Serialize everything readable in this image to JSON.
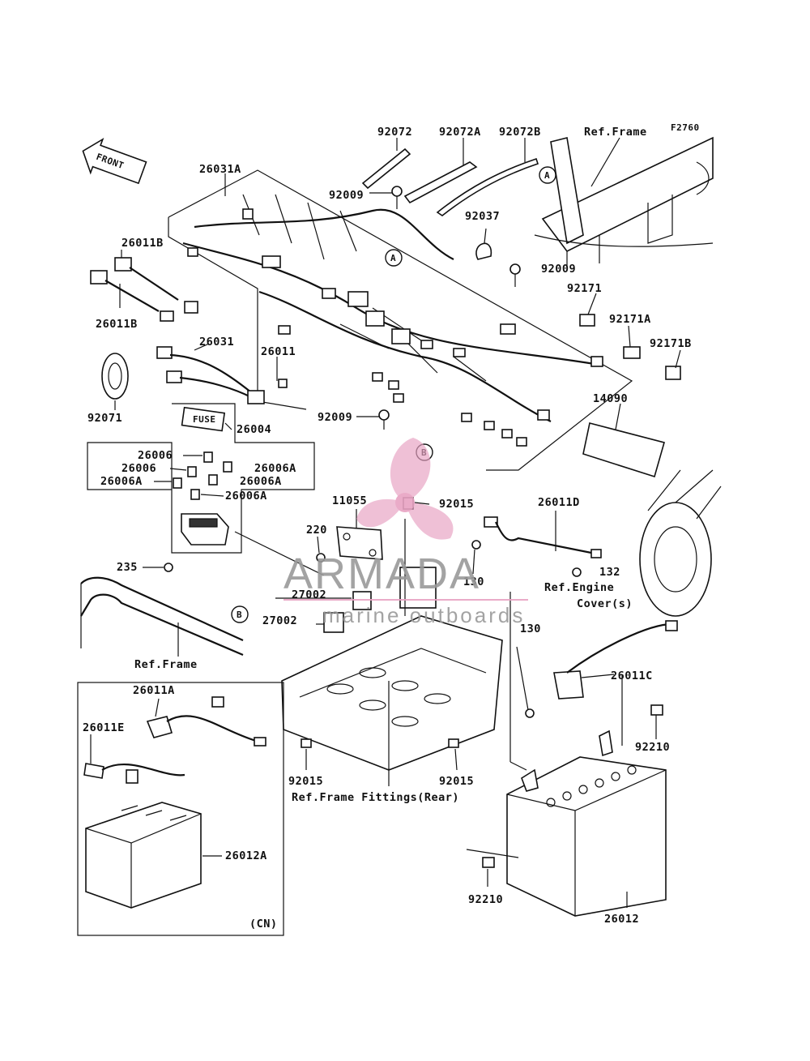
{
  "diagram": {
    "figure_code": "F2760",
    "direction_badge": "FRONT",
    "fuse_label": "FUSE",
    "ref_marks": {
      "a": "A",
      "b": "B"
    },
    "labels": {
      "p92072": "92072",
      "p92072a": "92072A",
      "p92072b": "92072B",
      "ref_frame_top": "Ref.Frame",
      "p26031a": "26031A",
      "p92009_a": "92009",
      "p92037": "92037",
      "p26011b_top": "26011B",
      "p92009_b": "92009",
      "p92171": "92171",
      "p26011b_bottom": "26011B",
      "p92171a": "92171A",
      "p26031": "26031",
      "p26011": "26011",
      "p92171b": "92171B",
      "p92071": "92071",
      "p92009_c": "92009",
      "p14090": "14090",
      "p26004": "26004",
      "p26006_a": "26006",
      "p26006_b": "26006",
      "p26006a_a": "26006A",
      "p26006a_b": "26006A",
      "p26006a_c": "26006A",
      "p26006a_d": "26006A",
      "p11055": "11055",
      "p92015_top": "92015",
      "p26011d": "26011D",
      "p220": "220",
      "p235": "235",
      "p130_a": "130",
      "p132": "132",
      "ref_engine_cover_1": "Ref.Engine",
      "ref_engine_cover_2": "Cover(s)",
      "p27002_a": "27002",
      "p27002_b": "27002",
      "p130_b": "130",
      "ref_frame_left": "Ref.Frame",
      "p26011c": "26011C",
      "p26011a": "26011A",
      "p26011e": "26011E",
      "p92210_right": "92210",
      "p92015_left": "92015",
      "p92015_right": "92015",
      "ref_frame_fittings": "Ref.Frame Fittings(Rear)",
      "p26012a": "26012A",
      "p92210_bottom": "92210",
      "p26012": "26012",
      "cn_variant": "(CN)"
    }
  },
  "watermark": {
    "brand": "ARMADA",
    "tagline": "marine outboards",
    "color_pink": "#e8a3c3",
    "color_gray": "#9a9a9a"
  },
  "colors": {
    "line": "#111111",
    "background": "#ffffff"
  }
}
